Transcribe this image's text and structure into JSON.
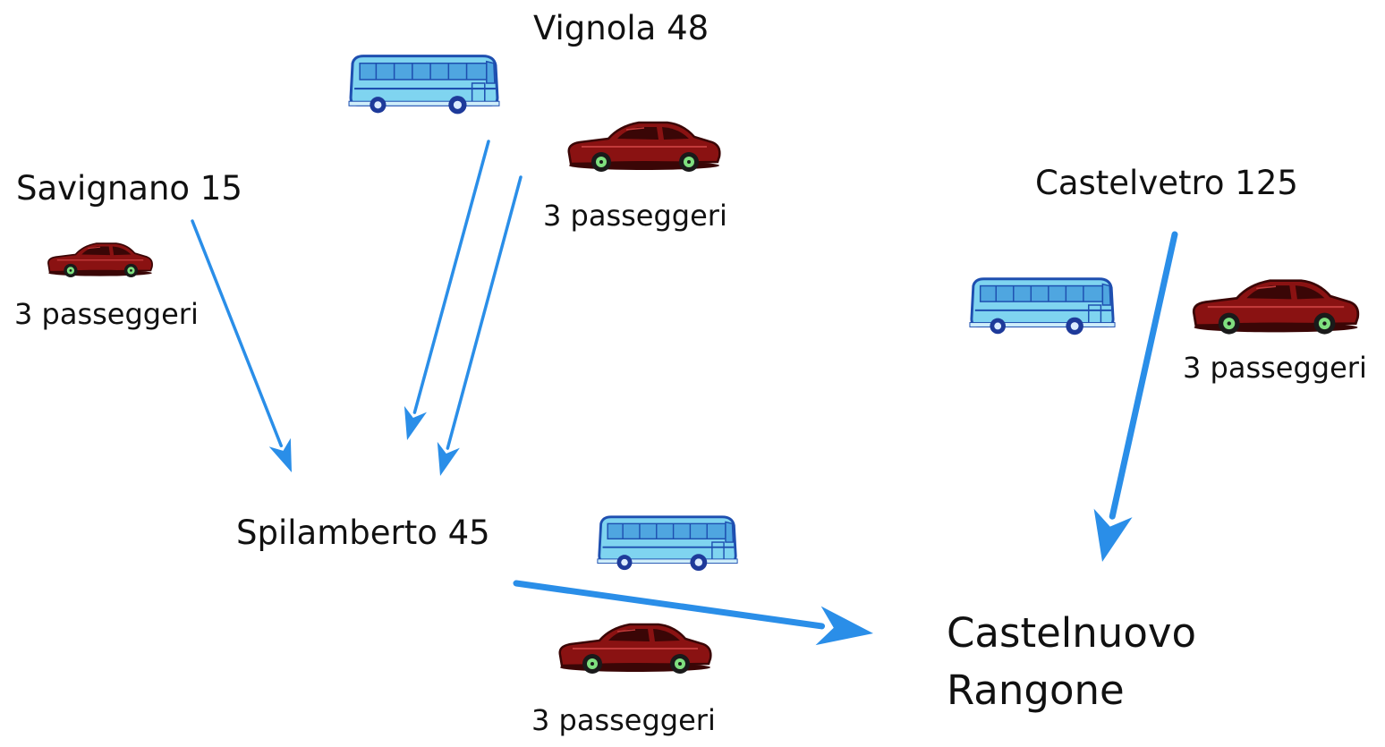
{
  "colors": {
    "arrow": "#2a8ee8",
    "bus_body": "#7fd4f0",
    "bus_outline": "#1e4fb0",
    "car_body": "#8a1212",
    "car_dark": "#3a0606",
    "wheel_rim": "#7fe07f"
  },
  "towns": {
    "vignola": "Vignola 48",
    "savignano": "Savignano 15",
    "castelvetro": "Castelvetro 125",
    "spilamberto": "Spilamberto 45"
  },
  "destination": {
    "line1": "Castelnuovo",
    "line2": "Rangone"
  },
  "passengers": {
    "vignola_car": "3 passeggeri",
    "savignano_car": "3 passeggeri",
    "castelvetro_car": "3 passeggeri",
    "spilamberto_car": "3 passeggeri"
  },
  "icons": {
    "bus": "bus-icon",
    "car": "car-icon",
    "arrow": "arrow"
  }
}
